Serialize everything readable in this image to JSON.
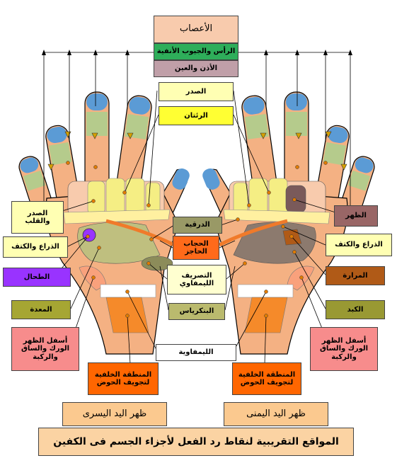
{
  "labels": {
    "nerves": "الأعصاب",
    "head_sinus": "الرأس والجيوب الأنفية",
    "ear_eye": "الأذن والعين",
    "chest": "الصدر",
    "lungs": "الرئتان",
    "chest_heart": "الصدر والقلب",
    "arm_shoulder_left": "الذراع والكتف",
    "spleen": "الطحال",
    "stomach": "المعدة",
    "lower_back_left": "أسفل الظهر الورك والساق والركبة",
    "pelvis_left": "المنطقة الخلفية لتجويف الحوض",
    "back": "الظهر",
    "arm_shoulder_right": "الذراع والكتف",
    "gallbladder": "المرارة",
    "liver": "الكبد",
    "lower_back_right": "أسفل الظهر الورك والساق والركبة",
    "pelvis_right": "المنطقة الخلفية لتجويف الحوض",
    "thyroid": "الدرقية",
    "diaphragm": "الحجاب الحاجز",
    "lymph_drain": "التصريف الليمفاوي",
    "pancreas": "البنكرياس",
    "lymph": "الليمفاوية",
    "left_back": "ظهر اليد اليسرى",
    "right_back": "ظهر اليد اليمنى",
    "caption": "المواقع التقريبية لنقاط رد الفعل لأجزاء الجسم فى الكفين"
  },
  "colors": {
    "skin": "#F4B183",
    "palm": "#F8CBAD",
    "finger_tip": "#5B9BD5",
    "finger_mid": "#A9D08E",
    "finger_lower": "#BFBF7F",
    "lung_zone": "#F5EE84",
    "chest_zone": "#FFF0A0",
    "nerves_box": "#F8CBAD",
    "head_sinus_box": "#2EAE5A",
    "ear_eye_box": "#C09FA8",
    "yellow_box": "#FFFFB3",
    "lungs_box": "#FFFF33",
    "spleen_box": "#9933FF",
    "stomach_box": "#A6A633",
    "pink_box": "#F78C8C",
    "pelvis_box": "#FF6600",
    "back_box": "#996666",
    "gallbladder_box": "#B05A17",
    "liver_box": "#999933",
    "thyroid_box": "#999966",
    "diaphragm_box": "#FF6A1A",
    "lymph_drain_box": "#FFFFD0",
    "pancreas_box": "#BABA6E",
    "lymph_box": "#FFFFFF",
    "caption_box": "#FBD3A3",
    "footer_box": "#FBC98F"
  }
}
